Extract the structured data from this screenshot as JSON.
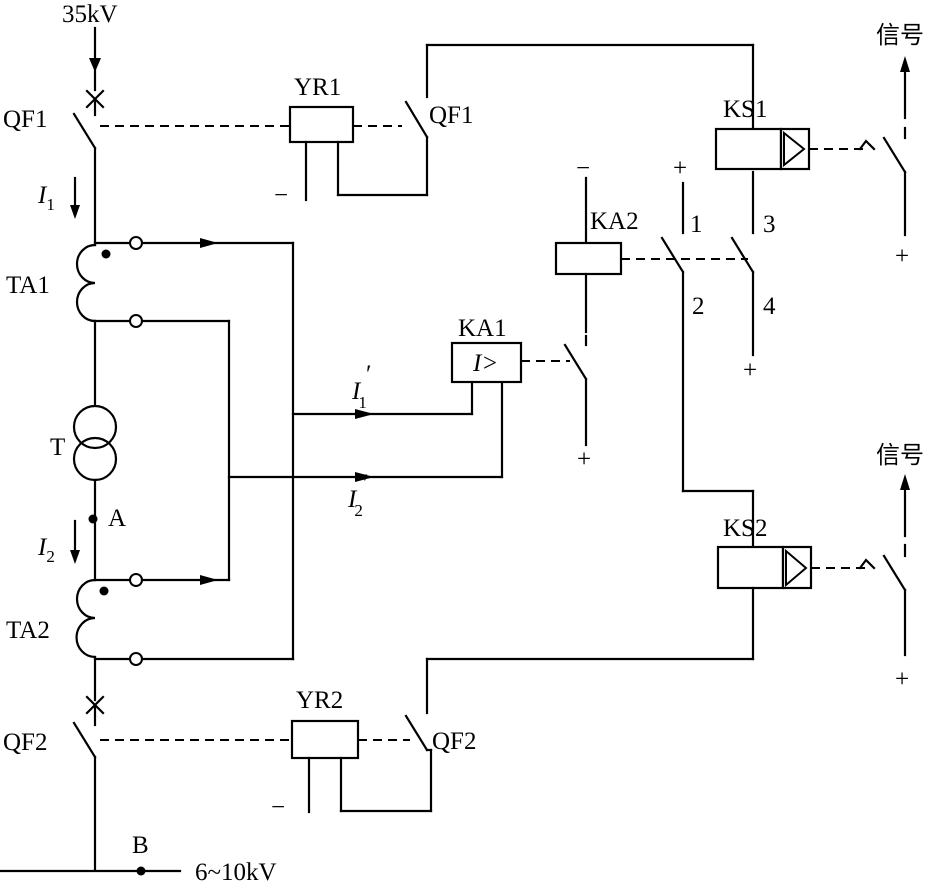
{
  "labels": {
    "source_voltage": "35kV",
    "load_voltage": "6~10kV",
    "qf1": "QF1",
    "qf2": "QF2",
    "yr1": "YR1",
    "yr2": "YR2",
    "ta1": "TA1",
    "ta2": "TA2",
    "transformer": "T",
    "point_a": "A",
    "point_b": "B",
    "ka1": "KA1",
    "ka1_symbol": "I>",
    "ka2": "KA2",
    "ks1": "KS1",
    "ks2": "KS2",
    "signal": "信号",
    "i1": "I",
    "i1_sub": "1",
    "i2": "I",
    "i2_sub": "2",
    "i1p": "I",
    "i1p_sub": "1",
    "i2p": "I",
    "i2p_sub": "2",
    "prime": "′",
    "plus": "+",
    "minus": "−",
    "n1": "1",
    "n2": "2",
    "n3": "3",
    "n4": "4"
  }
}
